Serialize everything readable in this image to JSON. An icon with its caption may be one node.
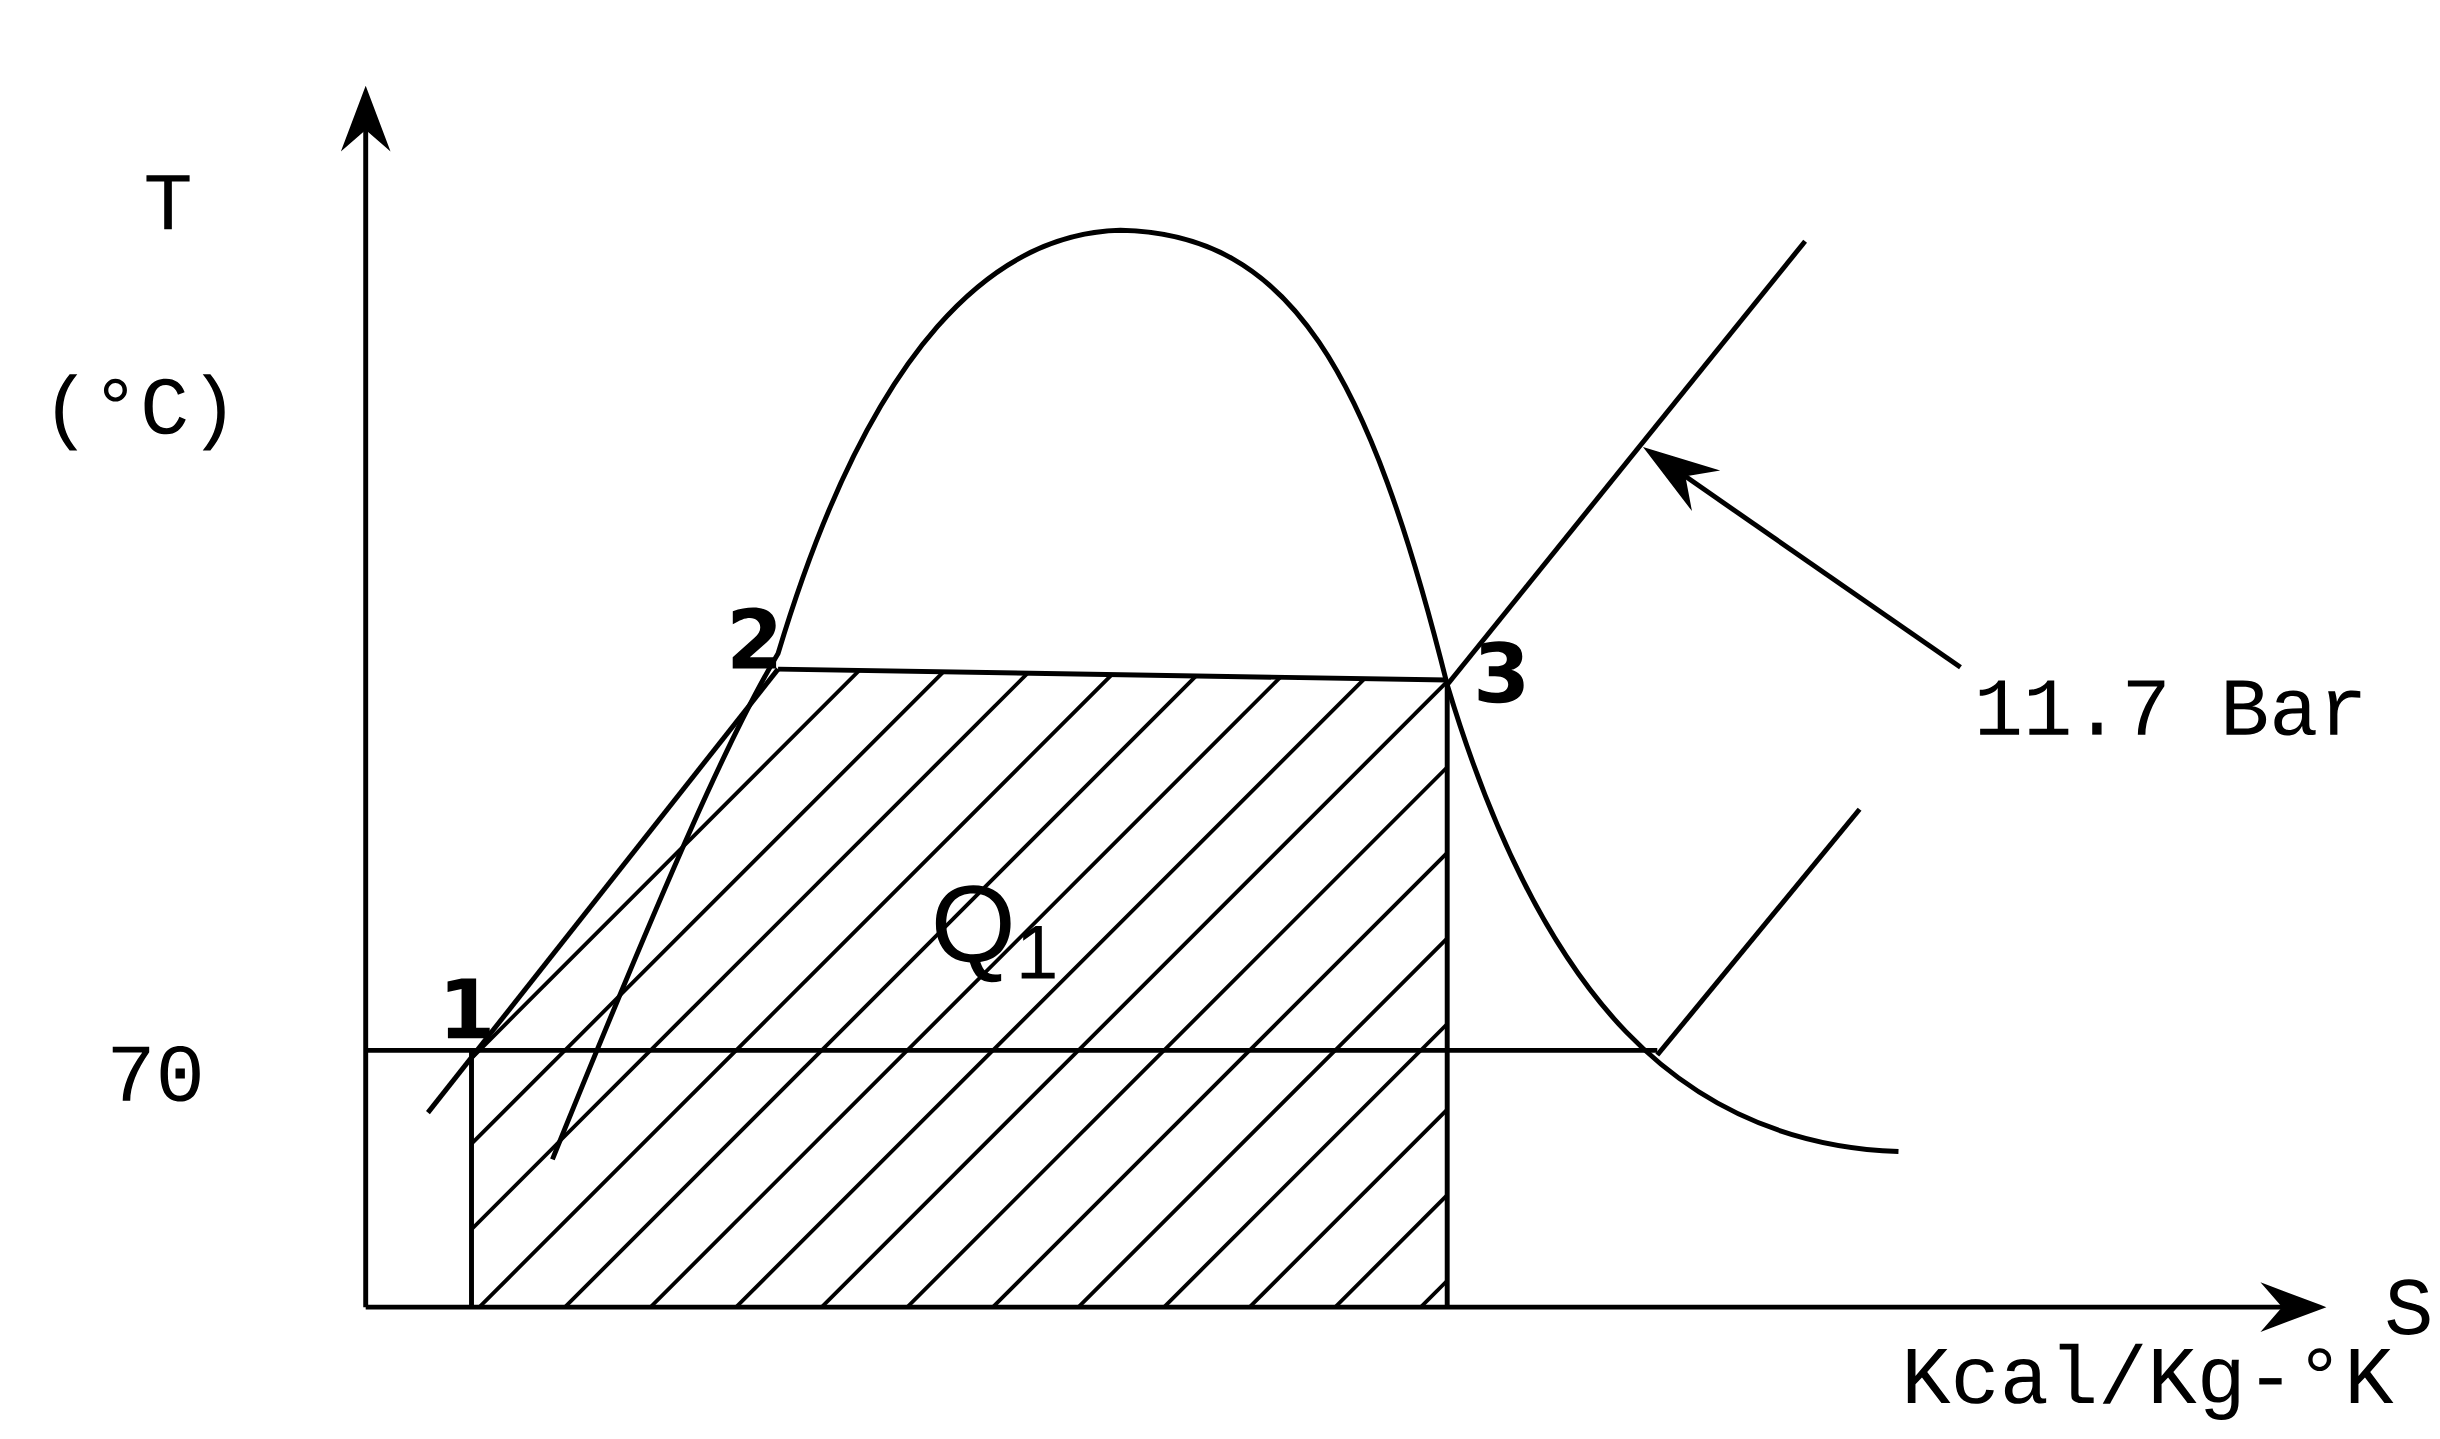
{
  "diagram": {
    "nodes": [
      {
        "text": [
          "11.7 Bar"
        ]
      },
      {
        "text": [],
        "shape": "line"
      }
    ],
    "edges": [
      {
        "from": 0,
        "to": 1,
        "arrow": "to"
      }
    ],
    "labels": [
      "T",
      "(°C)",
      "2",
      "3",
      "Q$_{1}$",
      "1",
      "70",
      "S",
      "Kcal/Kg-°K"
    ]
  }
}
